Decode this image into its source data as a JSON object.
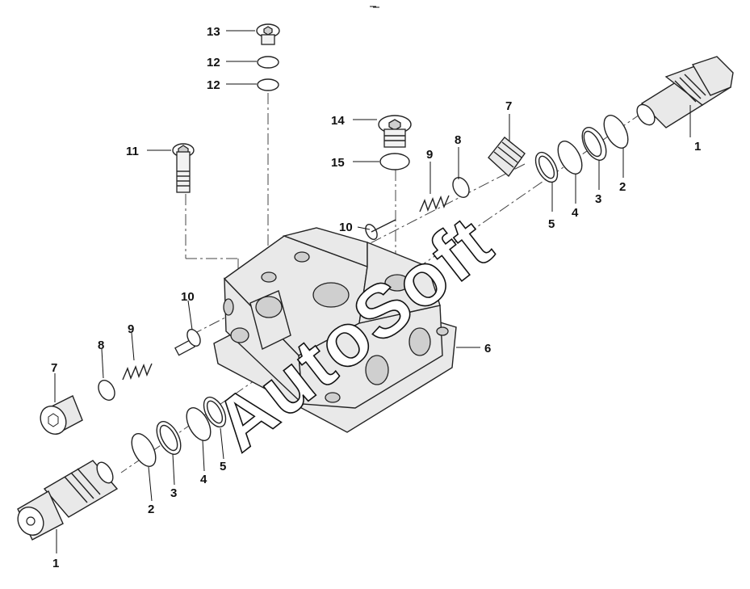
{
  "diagram": {
    "callouts": {
      "c1_right": "1",
      "c1_left": "1",
      "c2_right": "2",
      "c2_left": "2",
      "c3_right": "3",
      "c3_left": "3",
      "c4_right": "4",
      "c4_left": "4",
      "c5_right": "5",
      "c5_left": "5",
      "c6": "6",
      "c7_right": "7",
      "c7_left": "7",
      "c8_right": "8",
      "c8_left": "8",
      "c9_right": "9",
      "c9_left": "9",
      "c10_right": "10",
      "c10_left": "10",
      "c11": "11",
      "c12_a": "12",
      "c12_b": "12",
      "c13": "13",
      "c14": "14",
      "c15": "15"
    },
    "watermark": "AutoSoft"
  }
}
